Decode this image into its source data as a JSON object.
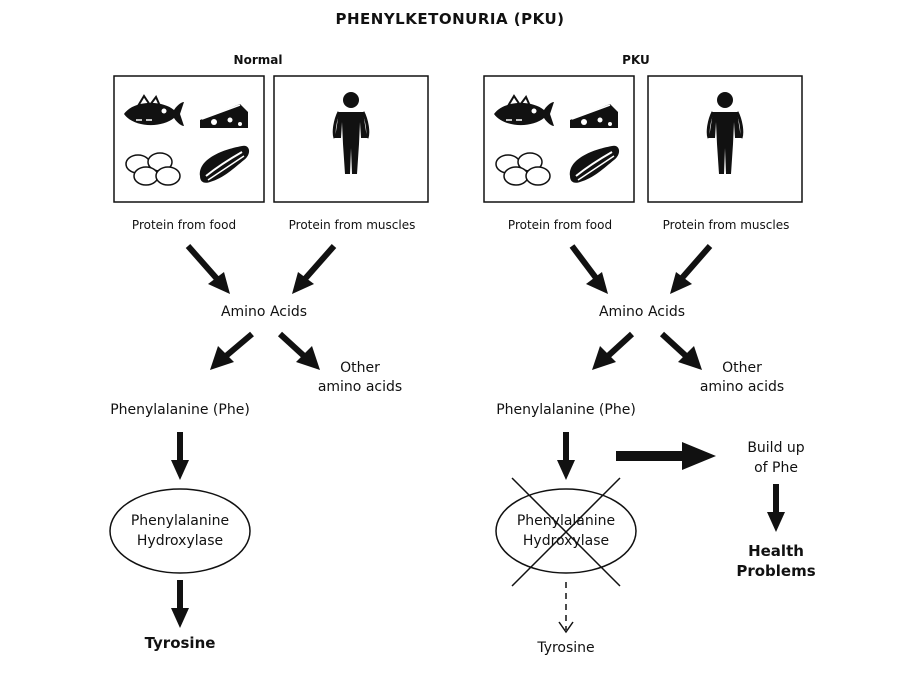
{
  "title": "PHENYLKETONURIA (PKU)",
  "normal": {
    "heading": "Normal",
    "food_caption": "Protein from food",
    "muscle_caption": "Protein from muscles",
    "amino_acids": "Amino Acids",
    "other_amino_line1": "Other",
    "other_amino_line2": "amino acids",
    "phe": "Phenylalanine (Phe)",
    "enzyme_line1": "Phenylalanine",
    "enzyme_line2": "Hydroxylase",
    "tyrosine": "Tyrosine"
  },
  "pku": {
    "heading": "PKU",
    "food_caption": "Protein from food",
    "muscle_caption": "Protein from muscles",
    "amino_acids": "Amino Acids",
    "other_amino_line1": "Other",
    "other_amino_line2": "amino acids",
    "phe": "Phenylalanine (Phe)",
    "enzyme_line1": "Phenylalanine",
    "enzyme_line2": "Hydroxylase",
    "tyrosine": "Tyrosine",
    "buildup_line1": "Build up",
    "buildup_line2": "of Phe",
    "health_line1": "Health",
    "health_line2": "Problems"
  },
  "icons": [
    "fish-icon",
    "cheese-icon",
    "eggs-icon",
    "meat-icon",
    "person-icon"
  ]
}
